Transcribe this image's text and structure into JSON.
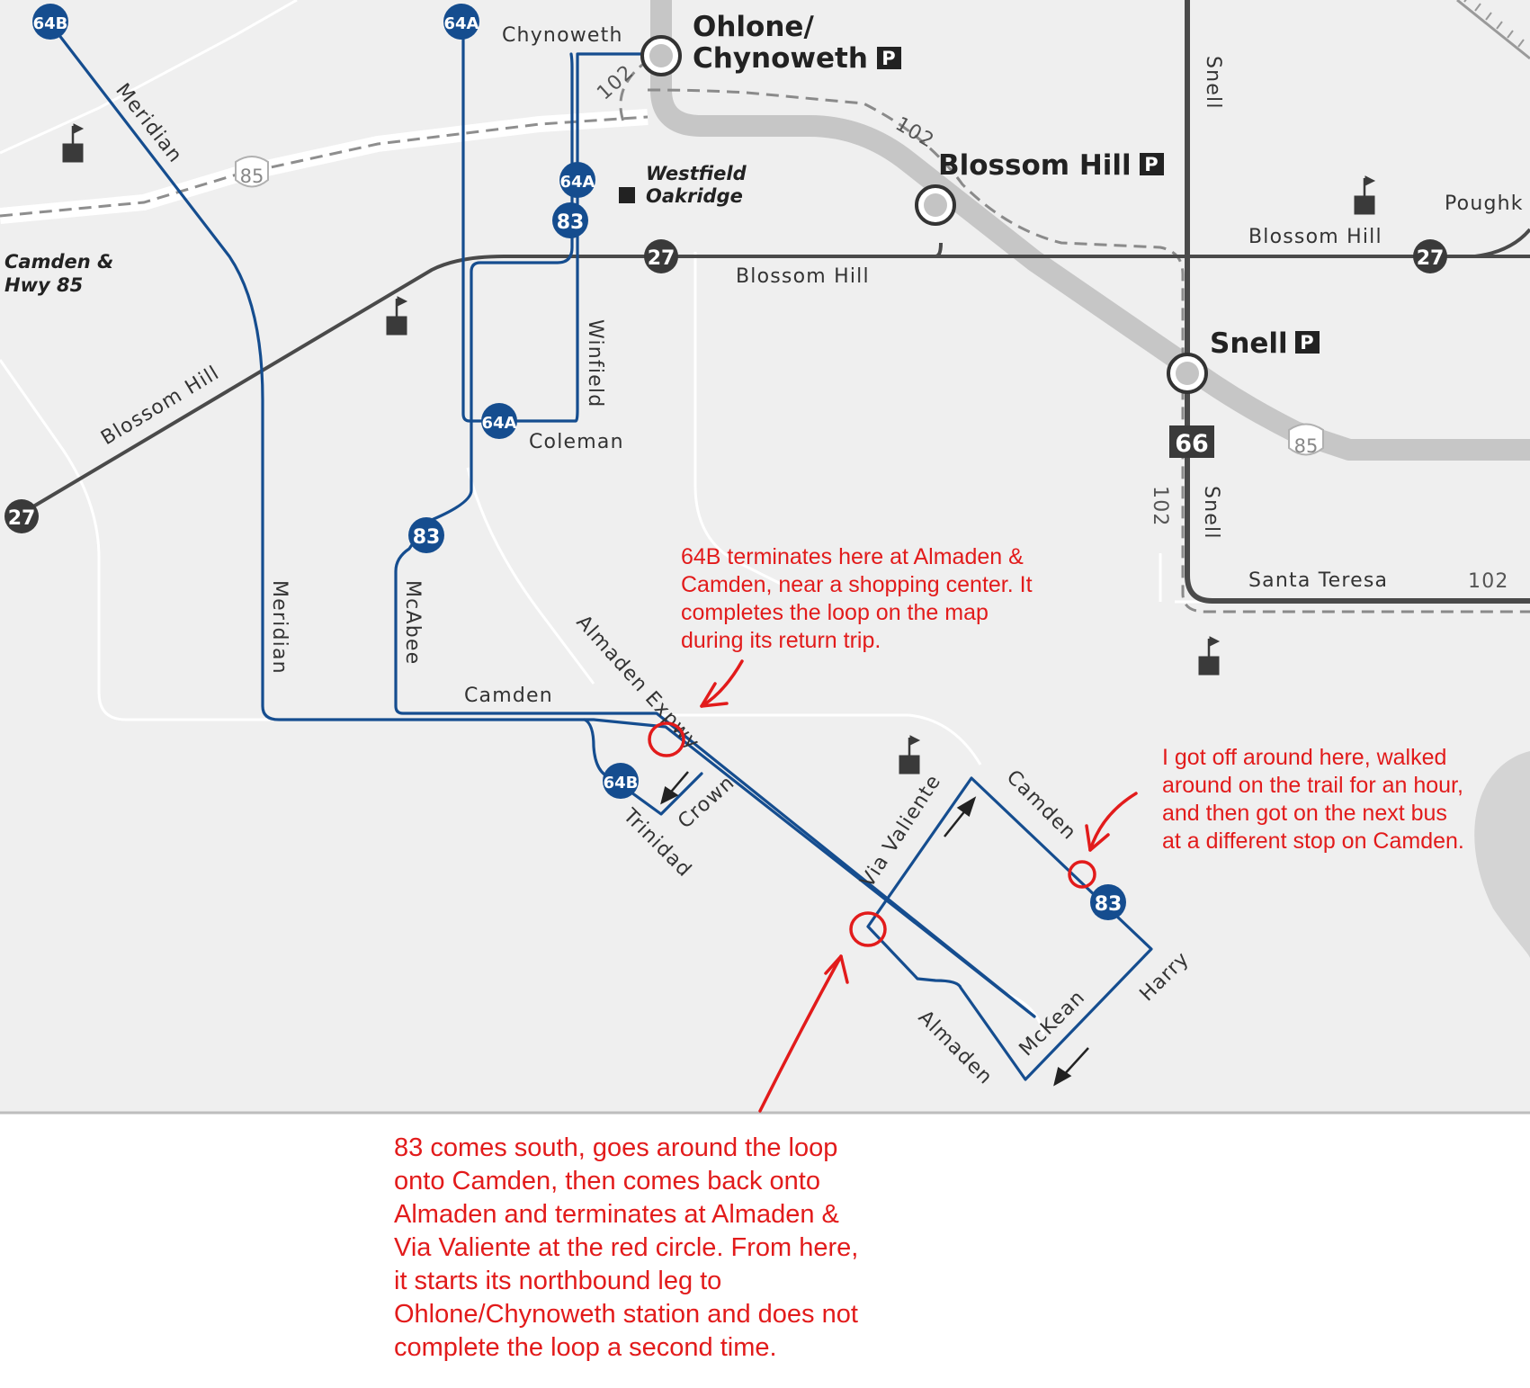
{
  "stations": [
    {
      "id": "ohlone",
      "line1": "Ohlone/",
      "line2": "Chynoweth",
      "parking": "P"
    },
    {
      "id": "blossom",
      "line1": "Blossom Hill",
      "parking": "P"
    },
    {
      "id": "snell",
      "line1": "Snell",
      "parking": "P"
    }
  ],
  "route_badges": {
    "r64b": "64B",
    "r64a": "64A",
    "r83": "83",
    "r27": "27"
  },
  "highway_shields": {
    "hwy85": "85",
    "hwy102": "102",
    "hwy66": "66"
  },
  "streets": {
    "chynoweth": "Chynoweth",
    "meridian": "Meridian",
    "blossom_hill": "Blossom Hill",
    "winfield": "Winfield",
    "coleman": "Coleman",
    "mcabee": "McAbee",
    "camden": "Camden",
    "almaden_expwy": "Almaden Expwy",
    "crown": "Crown",
    "trinidad": "Trinidad",
    "via_valiente": "Via Valiente",
    "almaden": "Almaden",
    "mckean": "McKean",
    "harry": "Harry",
    "snell": "Snell",
    "santa_teresa": "Santa Teresa",
    "poughkeepsie": "Poughk"
  },
  "places": {
    "westfield_1": "Westfield",
    "westfield_2": "Oakridge",
    "camden_hwy_1": "Camden &",
    "camden_hwy_2": "Hwy 85"
  },
  "annotations": {
    "a64b": [
      "64B terminates here at Almaden &",
      "Camden, near a shopping center. It",
      "completes the loop on the map",
      "during its return trip."
    ],
    "getoff": [
      "I got off around here, walked",
      "around on the trail for an hour,",
      "and then got on the next bus",
      "at a different stop on Camden."
    ],
    "a83": [
      "83 comes south, goes around the loop",
      "onto Camden, then comes back onto",
      "Almaden and terminates at Almaden &",
      "Via Valiente at the red circle. From here,",
      "it starts its northbound leg to",
      "Ohlone/Chynoweth station and does not",
      "complete the loop a second time."
    ]
  },
  "colors": {
    "bus_route": "#154d8f",
    "annotation": "#e21b1b",
    "rail": "#c6c6c6",
    "local_bus": "#4a4a4a",
    "map_bg": "#efefef"
  }
}
